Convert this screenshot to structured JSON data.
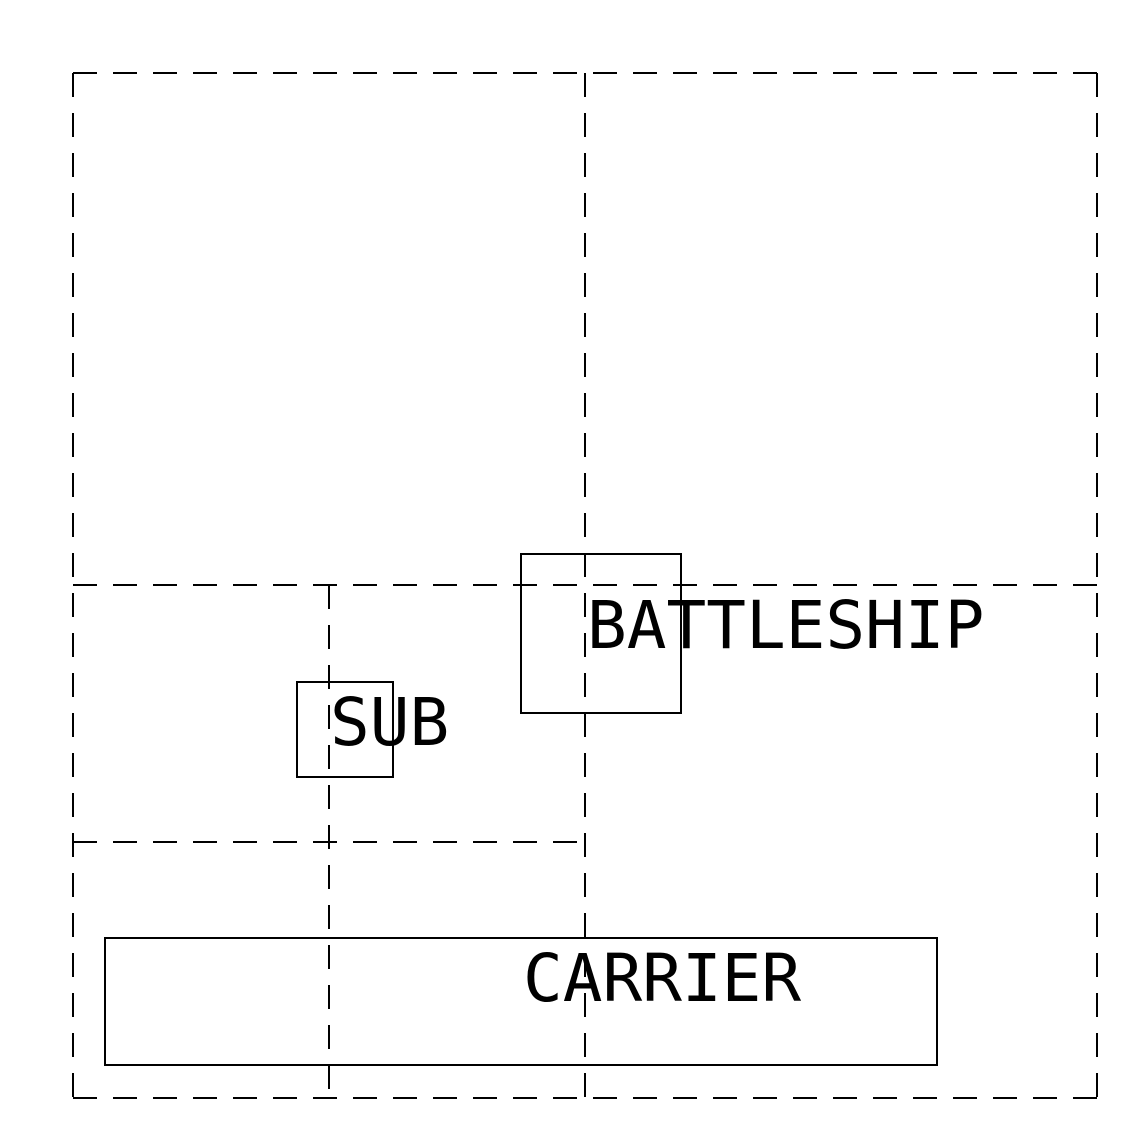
{
  "colors": {
    "background": "#ffffff",
    "line": "#000000"
  },
  "diagram": {
    "ships": [
      {
        "label": "BATTLESHIP"
      },
      {
        "label": "SUB"
      },
      {
        "label": "CARRIER"
      }
    ]
  }
}
